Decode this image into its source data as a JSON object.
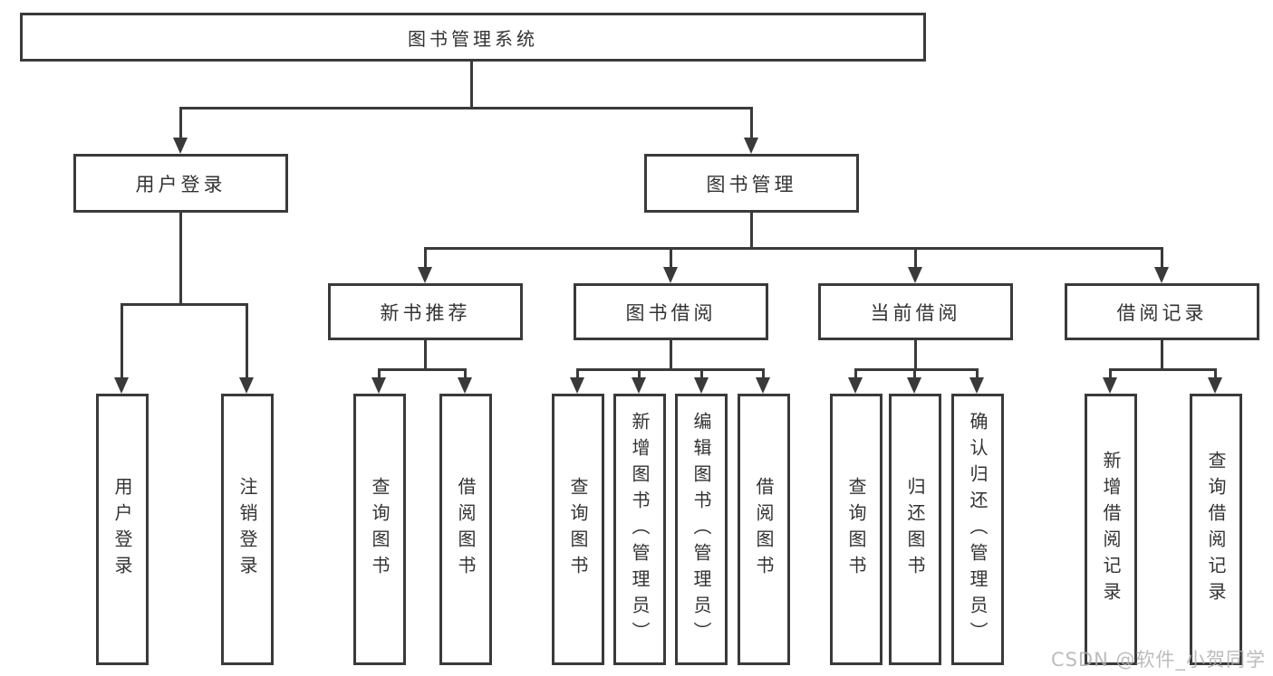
{
  "diagram": {
    "root": {
      "label": "图书管理系统"
    },
    "level2": [
      {
        "label": "用户登录"
      },
      {
        "label": "图书管理"
      }
    ],
    "level3": [
      {
        "label": "新书推荐"
      },
      {
        "label": "图书借阅"
      },
      {
        "label": "当前借阅"
      },
      {
        "label": "借阅记录"
      }
    ],
    "leaves": {
      "user_login": [
        "用户登录",
        "注销登录"
      ],
      "new_book_recommend": [
        "查询图书",
        "借阅图书"
      ],
      "book_borrow": [
        "查询图书",
        "新增图书（管理员）",
        "编辑图书（管理员）",
        "借阅图书"
      ],
      "current_borrow": [
        "查询图书",
        "归还图书",
        "确认归还（管理员）"
      ],
      "borrow_records": [
        "新增借阅记录",
        "查询借阅记录"
      ]
    }
  },
  "watermark": {
    "text": "CSDN @软件_小贺同学"
  },
  "colors": {
    "line": "#3a3a3a",
    "box_border": "#3a3a3a",
    "box_fill": "#ffffff",
    "text": "#333333",
    "watermark": "#b0b0b0"
  }
}
